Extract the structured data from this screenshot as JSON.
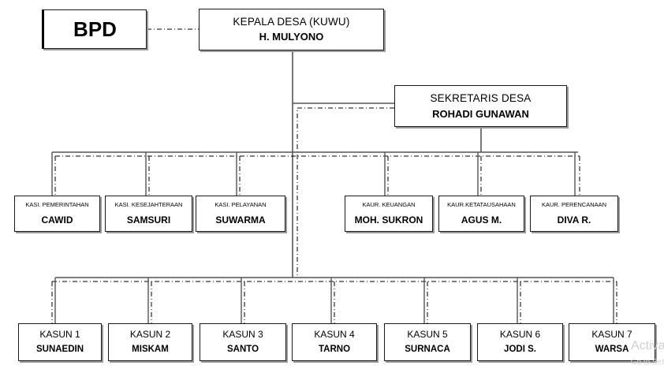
{
  "bpd": {
    "label": "BPD"
  },
  "kepala": {
    "title": "KEPALA DESA (KUWU)",
    "name": "H. MULYONO"
  },
  "sekretaris": {
    "title": "SEKRETARIS DESA",
    "name": "ROHADI GUNAWAN"
  },
  "kasi": [
    {
      "title": "KASI. PEMERINTAHAN",
      "name": "CAWID"
    },
    {
      "title": "KASI. KESEJAHTERAAN",
      "name": "SAMSURI"
    },
    {
      "title": "KASI. PELAYANAN",
      "name": "SUWARMA"
    }
  ],
  "kaur": [
    {
      "title": "KAUR. KEUANGAN",
      "name": "MOH. SUKRON"
    },
    {
      "title": "KAUR.KETATAUSAHAAN",
      "name": "AGUS M."
    },
    {
      "title": "KAUR. PERENCANAAN",
      "name": "DIVA R."
    }
  ],
  "kasun": [
    {
      "title": "KASUN 1",
      "name": "SUNAEDIN"
    },
    {
      "title": "KASUN 2",
      "name": "MISKAM"
    },
    {
      "title": "KASUN 3",
      "name": "SANTO"
    },
    {
      "title": "KASUN 4",
      "name": "TARNO"
    },
    {
      "title": "KASUN 5",
      "name": "SURNACA"
    },
    {
      "title": "KASUN 6",
      "name": "JODI S."
    },
    {
      "title": "KASUN 7",
      "name": "WARSA"
    }
  ],
  "watermark": {
    "line1": "Activat",
    "line2": "Go to Set"
  }
}
